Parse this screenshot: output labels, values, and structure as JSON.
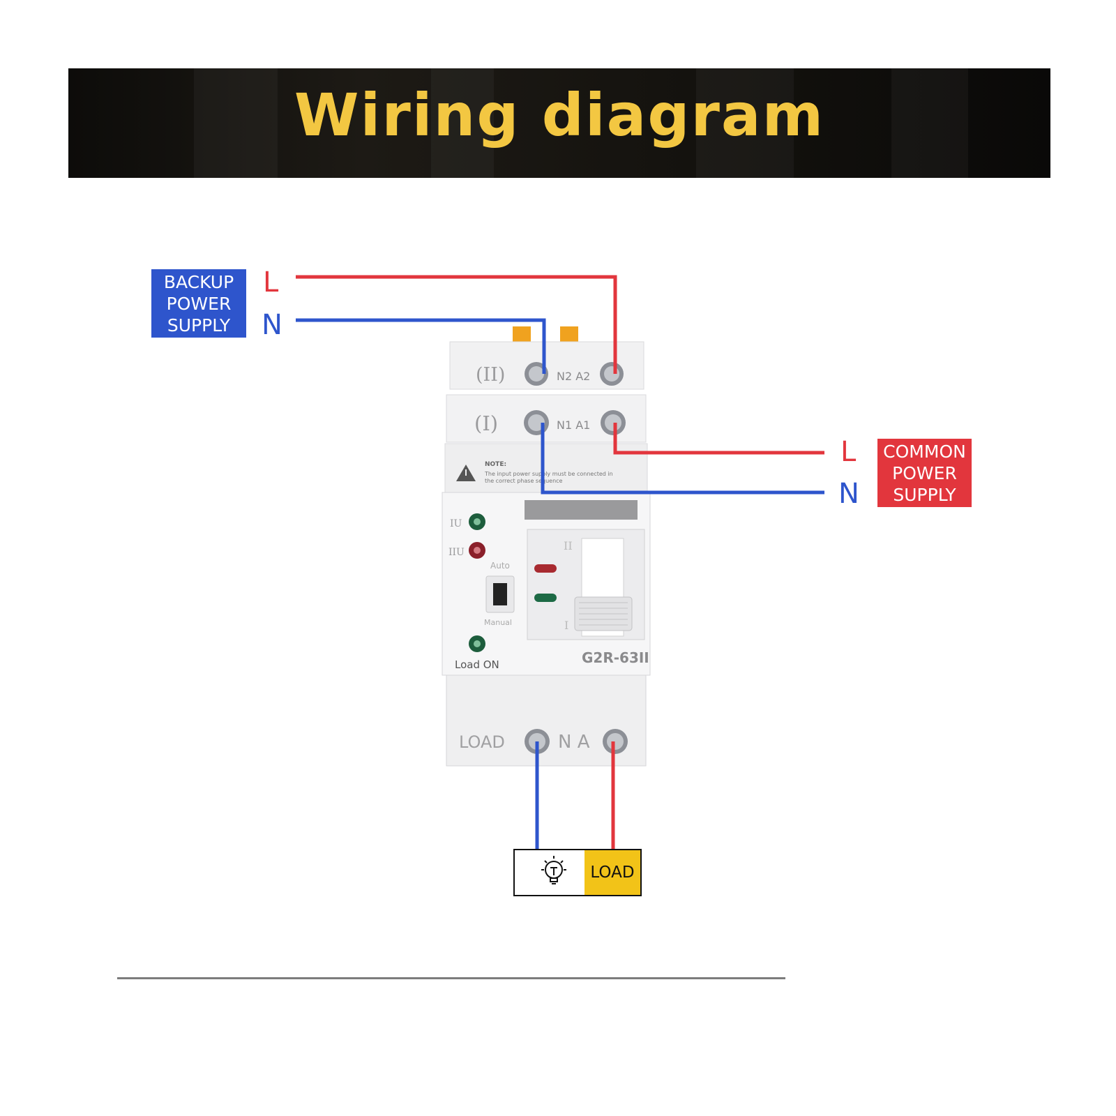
{
  "banner": {
    "title": "Wiring diagram"
  },
  "backup_supply": {
    "lines": [
      "BACKUP",
      "POWER",
      "SUPPLY"
    ],
    "color": "#2e55cc"
  },
  "common_supply": {
    "lines": [
      "COMMON",
      "POWER",
      "SUPPLY"
    ],
    "color": "#e2363d"
  },
  "wires": {
    "backup_L": "L",
    "backup_N": "N",
    "common_L": "L",
    "common_N": "N",
    "live_color": "#e2363d",
    "neutral_color": "#2e55cc"
  },
  "device": {
    "terminal_row_2": {
      "label": "(II)",
      "terminals": "N2 A2"
    },
    "terminal_row_1": {
      "label": "(I)",
      "terminals": "N1 A1"
    },
    "note_title": "NOTE:",
    "note_text_1": "The input power supply must be connected in",
    "note_text_2": "the correct phase sequence",
    "indicator_1": "IU",
    "indicator_2": "IIU",
    "switch_top": "Auto",
    "switch_bottom": "Manual",
    "load_on": "Load ON",
    "position_top": "II",
    "position_bottom": "I",
    "model": "G2R-63II",
    "output_label": "LOAD",
    "output_terminals": "N A"
  },
  "load": {
    "label": "LOAD",
    "icon": "lightbulb-icon"
  }
}
